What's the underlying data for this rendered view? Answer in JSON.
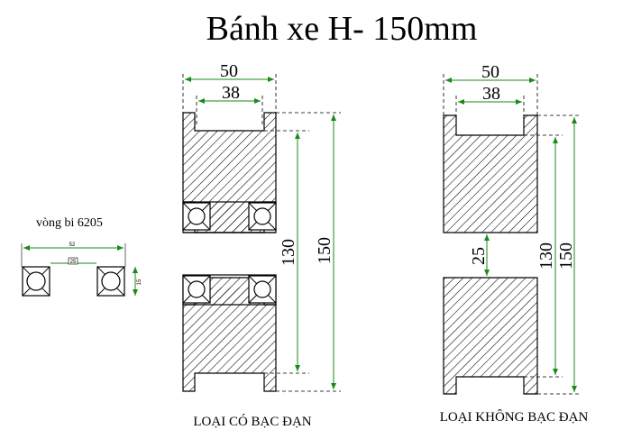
{
  "title": "Bánh xe H- 150mm",
  "bearing_detail": {
    "label": "vòng bi 6205",
    "dim_width": "52",
    "dim_center": "25",
    "dim_height": "15"
  },
  "left_view": {
    "dim_outer_width": "50",
    "dim_inner_width": "38",
    "dim_inner_height": "130",
    "dim_outer_height": "150",
    "caption": "LOẠI CÓ BẠC ĐẠN"
  },
  "right_view": {
    "dim_outer_width": "50",
    "dim_inner_width": "38",
    "dim_gap": "25",
    "dim_inner_height": "130",
    "dim_outer_height": "150",
    "caption": "LOẠI KHÔNG BẠC ĐẠN"
  },
  "colors": {
    "dimension_line": "#1a8a1a",
    "outline": "#000000"
  }
}
